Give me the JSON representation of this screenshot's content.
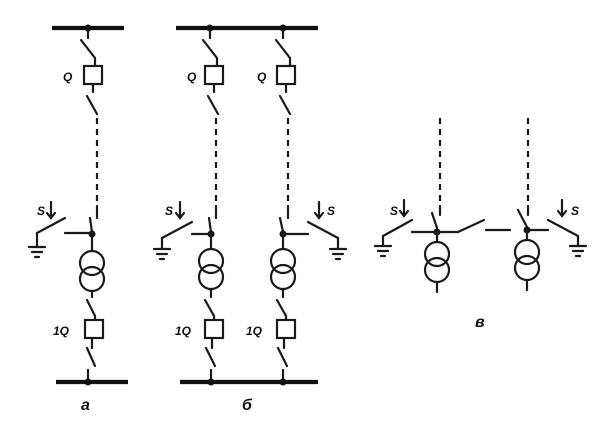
{
  "labels": {
    "breaker": "Q",
    "secondary_breaker": "1Q",
    "earthing_switch": "S"
  },
  "captions": {
    "a": "а",
    "b": "б",
    "c": "в"
  }
}
